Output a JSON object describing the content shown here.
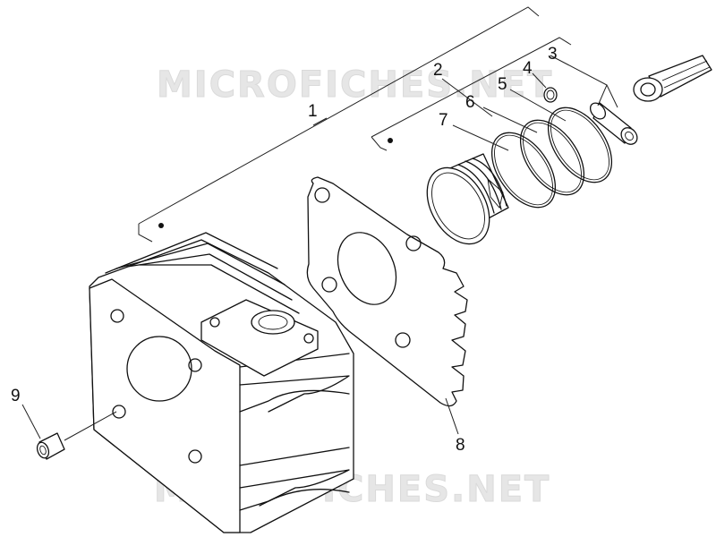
{
  "watermark": {
    "text_top": "MICROFICHES.NET",
    "text_bottom": "MICROFICHES.NET",
    "color": "#e6e6e6"
  },
  "callouts": [
    "1",
    "2",
    "3",
    "4",
    "5",
    "6",
    "7",
    "8",
    "9"
  ],
  "parts": [
    {
      "ref": "1",
      "icon": "cylinder-assembly-bracket"
    },
    {
      "ref": "2",
      "icon": "piston-assembly-bracket"
    },
    {
      "ref": "3",
      "icon": "piston-pin"
    },
    {
      "ref": "4",
      "icon": "circlip"
    },
    {
      "ref": "5",
      "icon": "piston-ring-top"
    },
    {
      "ref": "6",
      "icon": "piston-ring-second"
    },
    {
      "ref": "7",
      "icon": "oil-control-ring"
    },
    {
      "ref": "8",
      "icon": "cylinder-base-gasket"
    },
    {
      "ref": "9",
      "icon": "dowel-bushing"
    }
  ]
}
